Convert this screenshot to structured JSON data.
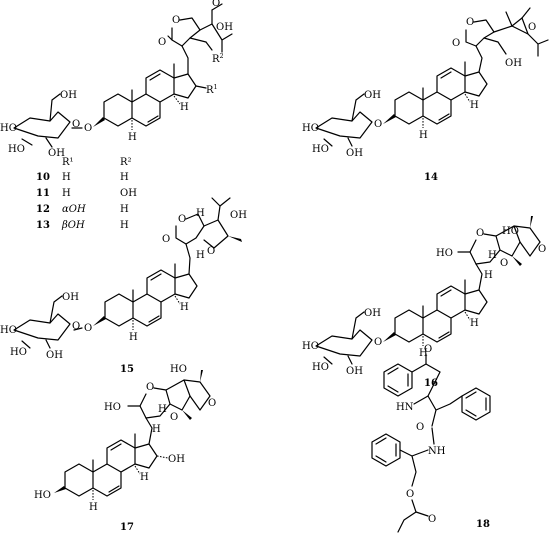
{
  "compound_labels": [
    "10",
    "11",
    "12",
    "13",
    "14",
    "15",
    "16",
    "17",
    "18"
  ],
  "substituent_table": {
    "headers": [
      "R¹",
      "R²"
    ],
    "rows": [
      {
        "compound": "10",
        "r1": "H",
        "r2": "H"
      },
      {
        "compound": "11",
        "r1": "H",
        "r2": "OH"
      },
      {
        "compound": "12",
        "r1": "αOH",
        "r2": "H"
      },
      {
        "compound": "13",
        "r1": "βOH",
        "r2": "H"
      }
    ]
  },
  "atom_labels": {
    "o": "O",
    "oh": "OH",
    "ho": "HO",
    "h": "H",
    "nh": "NH",
    "hn": "HN",
    "r": "R",
    "sup1": "1",
    "sup2": "2"
  }
}
